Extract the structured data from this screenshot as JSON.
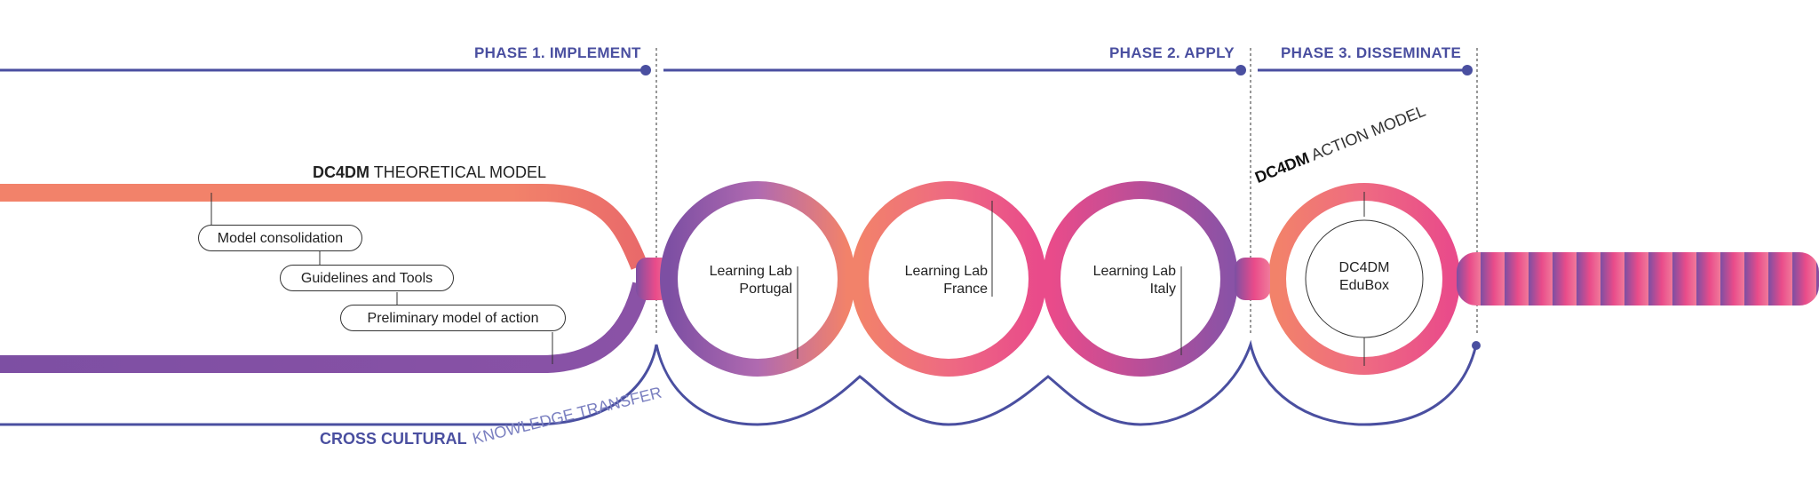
{
  "phases": [
    {
      "label": "PHASE 1. IMPLEMENT"
    },
    {
      "label": "PHASE 2. APPLY"
    },
    {
      "label": "PHASE 3. DISSEMINATE"
    }
  ],
  "theoretical_model": {
    "brand": "DC4DM",
    "title": "THEORETICAL MODEL"
  },
  "milestones": [
    {
      "label": "Model consolidation"
    },
    {
      "label": "Guidelines and Tools"
    },
    {
      "label": "Preliminary model of action"
    }
  ],
  "labs": [
    {
      "line1": "Learning Lab",
      "line2": "Portugal"
    },
    {
      "line1": "Learning Lab",
      "line2": "France"
    },
    {
      "line1": "Learning Lab",
      "line2": "Italy"
    }
  ],
  "action_model": {
    "brand": "DC4DM",
    "title": "ACTION MODEL"
  },
  "edubox": {
    "line1": "DC4DM",
    "line2": "EduBox"
  },
  "knowledge_transfer": {
    "strong": "CROSS CULTURAL",
    "light": "KNOWLEDGE TRANSFER"
  },
  "colors": {
    "navy": "#4a4fa0",
    "purple": "#7d4fa3",
    "orange": "#f2826a",
    "pink": "#e94b8a"
  }
}
